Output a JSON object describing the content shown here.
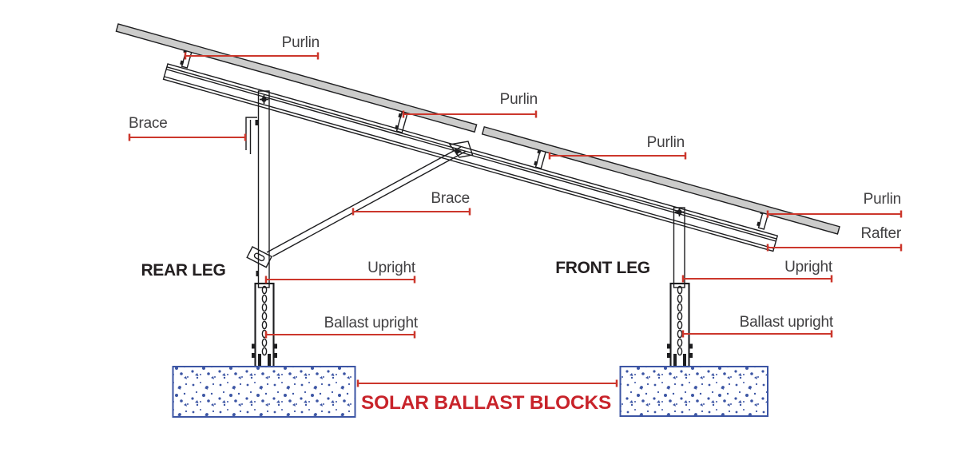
{
  "diagram": {
    "labels": {
      "purlin": "Purlin",
      "brace": "Brace",
      "rafter": "Rafter",
      "upright": "Upright",
      "ballast_upright": "Ballast upright",
      "rear_leg": "REAR LEG",
      "front_leg": "FRONT LEG",
      "solar_ballast_blocks": "SOLAR BALLAST BLOCKS"
    },
    "colors": {
      "leader_red": "#cc372c",
      "title_red": "#c8232a",
      "block_blue": "#3c55a4",
      "line_black": "#1d1d1f",
      "label_gray": "#414042",
      "panel_gray": "#cccccb"
    }
  }
}
